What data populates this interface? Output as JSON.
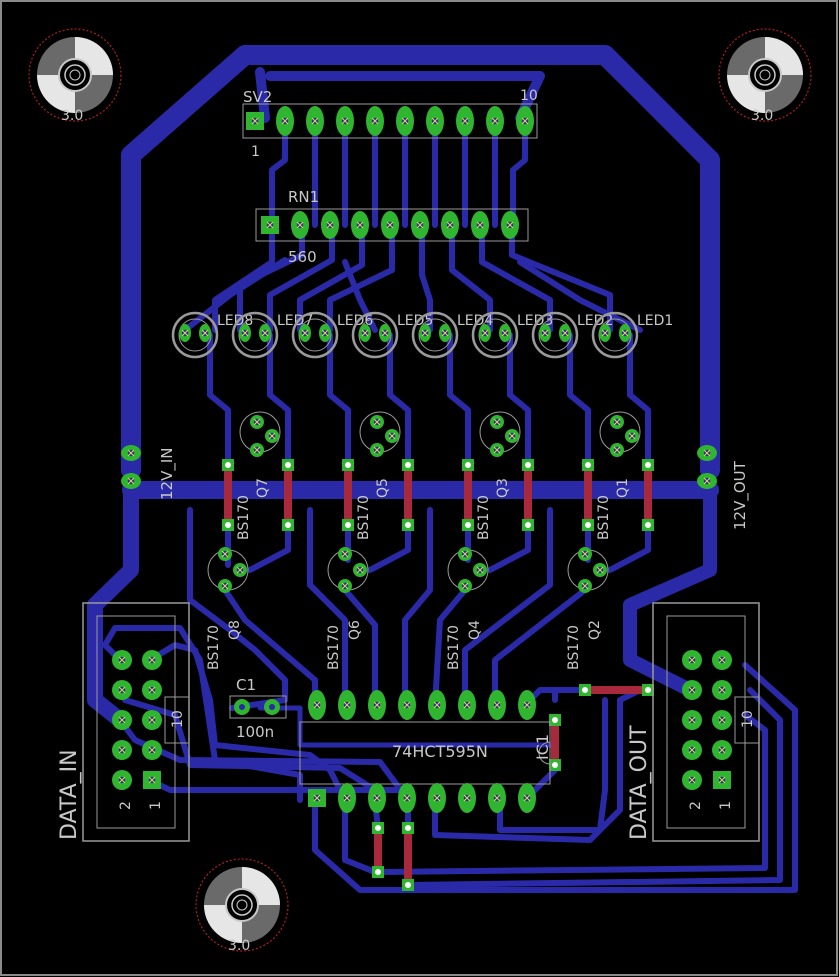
{
  "colors": {
    "background": "#000000",
    "outline": "#8a8a8a",
    "bottom_trace": "#2a2aa8",
    "top_trace": "#a8283c",
    "pad": "#2fb52f",
    "via": "#2fb52f",
    "label": "#c8c8c8",
    "silk": "#9a9a9a",
    "hole_ring": "#b01e1e"
  },
  "mounting_holes": [
    {
      "label": "3.0"
    },
    {
      "label": "3.0"
    },
    {
      "label": "3.0"
    }
  ],
  "sv2": {
    "name": "SV2",
    "pin_first": "1",
    "pin_last": "10"
  },
  "rn1": {
    "name": "RN1",
    "value": "560"
  },
  "leds": [
    "LED8",
    "LED7",
    "LED6",
    "LED5",
    "LED4",
    "LED3",
    "LED2",
    "LED1"
  ],
  "transistors": {
    "top": [
      {
        "name": "Q7",
        "value": "BS170"
      },
      {
        "name": "Q5",
        "value": "BS170"
      },
      {
        "name": "Q3",
        "value": "BS170"
      },
      {
        "name": "Q1",
        "value": "BS170"
      }
    ],
    "bottom": [
      {
        "name": "Q8",
        "value": "BS170"
      },
      {
        "name": "Q6",
        "value": "BS170"
      },
      {
        "name": "Q4",
        "value": "BS170"
      },
      {
        "name": "Q2",
        "value": "BS170"
      }
    ]
  },
  "power": {
    "in": "12V_IN",
    "out": "12V_OUT"
  },
  "c1": {
    "name": "C1",
    "value": "100n"
  },
  "ic1": {
    "name": "IC1",
    "value": "74HCT595N"
  },
  "data_in": {
    "name": "DATA_IN",
    "pin2": "2",
    "pin1": "1",
    "pin10": "10"
  },
  "data_out": {
    "name": "DATA_OUT",
    "pin2": "2",
    "pin1": "1",
    "pin10": "10"
  }
}
